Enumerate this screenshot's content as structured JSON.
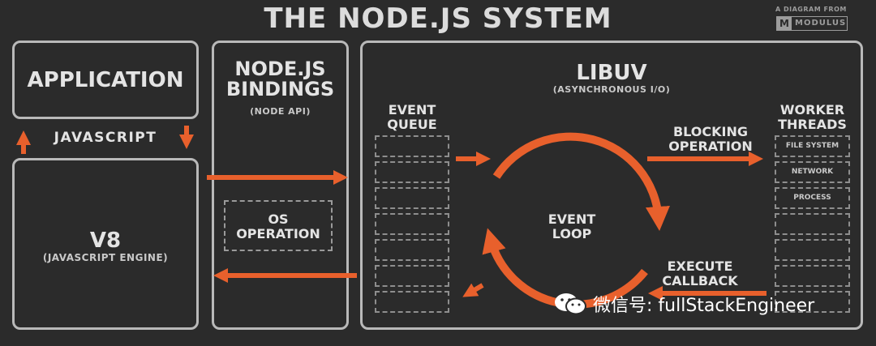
{
  "title": "THE NODE.JS SYSTEM",
  "brand": {
    "caption": "A DIAGRAM FROM",
    "logo_letter": "M",
    "name": "MODULUS"
  },
  "application": {
    "label": "APPLICATION"
  },
  "javascript": {
    "label": "JAVASCRIPT"
  },
  "v8": {
    "label": "V8",
    "sublabel": "(JAVASCRIPT ENGINE)"
  },
  "bindings": {
    "label": "NODE.JS BINDINGS",
    "sublabel": "(NODE API)",
    "os_label": "OS OPERATION"
  },
  "libuv": {
    "label": "LIBUV",
    "sublabel": "(ASYNCHRONOUS I/O)",
    "event_queue": "EVENT QUEUE",
    "event_loop": "EVENT LOOP",
    "worker_threads": "WORKER THREADS",
    "blocking_operation": "BLOCKING OPERATION",
    "execute_callback": "EXECUTE CALLBACK",
    "workers": [
      "FILE SYSTEM",
      "NETWORK",
      "PROCESS"
    ]
  },
  "watermark": {
    "text": "微信号: fullStackEngineer"
  },
  "colors": {
    "accent": "#e8602c",
    "background": "#2b2b2b",
    "border": "#b9b9b9",
    "text": "#e4e4e4"
  }
}
